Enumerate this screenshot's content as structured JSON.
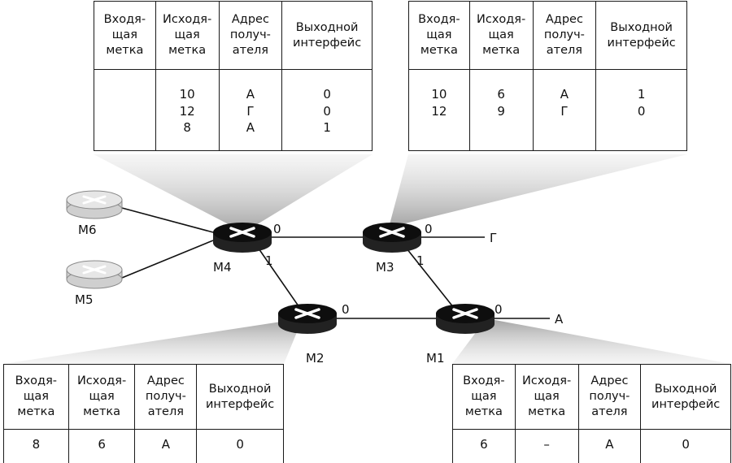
{
  "colors": {
    "router_active": "#111111",
    "router_inactive": "#d9d9d9",
    "line": "#111111",
    "shade": "#c8c8c8"
  },
  "columns": [
    "Входя-\nщая\nметка",
    "Исходя-\nщая\nметка",
    "Адрес\nполуч-\nателя",
    "Выходной\nинтерфейс"
  ],
  "routers": [
    {
      "name": "M6",
      "kind": "inactive"
    },
    {
      "name": "M5",
      "kind": "inactive"
    },
    {
      "name": "M4",
      "kind": "active"
    },
    {
      "name": "M3",
      "kind": "active"
    },
    {
      "name": "M2",
      "kind": "active"
    },
    {
      "name": "M1",
      "kind": "active"
    }
  ],
  "destinations": [
    "Г",
    "А"
  ],
  "interfaces": {
    "m4_0": "0",
    "m4_1": "1",
    "m3_0": "0",
    "m3_1": "1",
    "m2_0": "0",
    "m1_0": "0"
  },
  "tables": [
    {
      "router": "M4",
      "rows": [
        [
          "",
          "10",
          "А",
          "0"
        ],
        [
          "",
          "12",
          "Г",
          "0"
        ],
        [
          "",
          "8",
          "А",
          "1"
        ]
      ]
    },
    {
      "router": "M3",
      "rows": [
        [
          "10",
          "6",
          "А",
          "1"
        ],
        [
          "12",
          "9",
          "Г",
          "0"
        ]
      ]
    },
    {
      "router": "M2",
      "rows": [
        [
          "8",
          "6",
          "А",
          "0"
        ]
      ]
    },
    {
      "router": "M1",
      "rows": [
        [
          "6",
          "–",
          "А",
          "0"
        ]
      ]
    }
  ]
}
